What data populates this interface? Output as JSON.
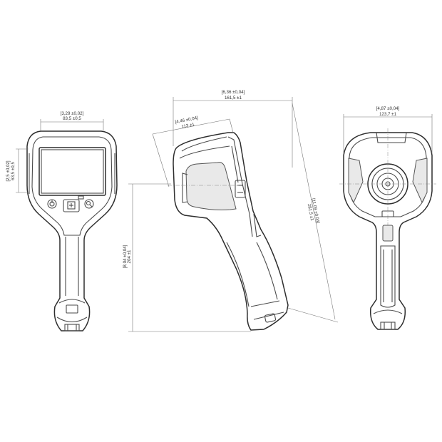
{
  "drawing": {
    "front_view": {
      "width_dim": {
        "inch": "[3,29 ±0,02]",
        "mm": "83,5 ±0,5"
      },
      "screen_height_dim": {
        "inch": "[2,5 ±0,02]",
        "mm": "63,5 ±0,5"
      }
    },
    "side_view": {
      "overall_length_dim": {
        "inch": "[6,36 ±0,04]",
        "mm": "161,5 ±1"
      },
      "nose_dim": {
        "inch": "[4,46 ±0,04]",
        "mm": "113 ±1"
      },
      "diagonal_dim": {
        "inch": "[11,09 ±0,04]",
        "mm": "281,5 ±1"
      },
      "height_dim": {
        "inch": "[8,04 ±0,04]",
        "mm": "204 ±1"
      }
    },
    "rear_view": {
      "width_dim": {
        "inch": "[4,87 ±0,04]",
        "mm": "123,7 ±1"
      }
    }
  }
}
